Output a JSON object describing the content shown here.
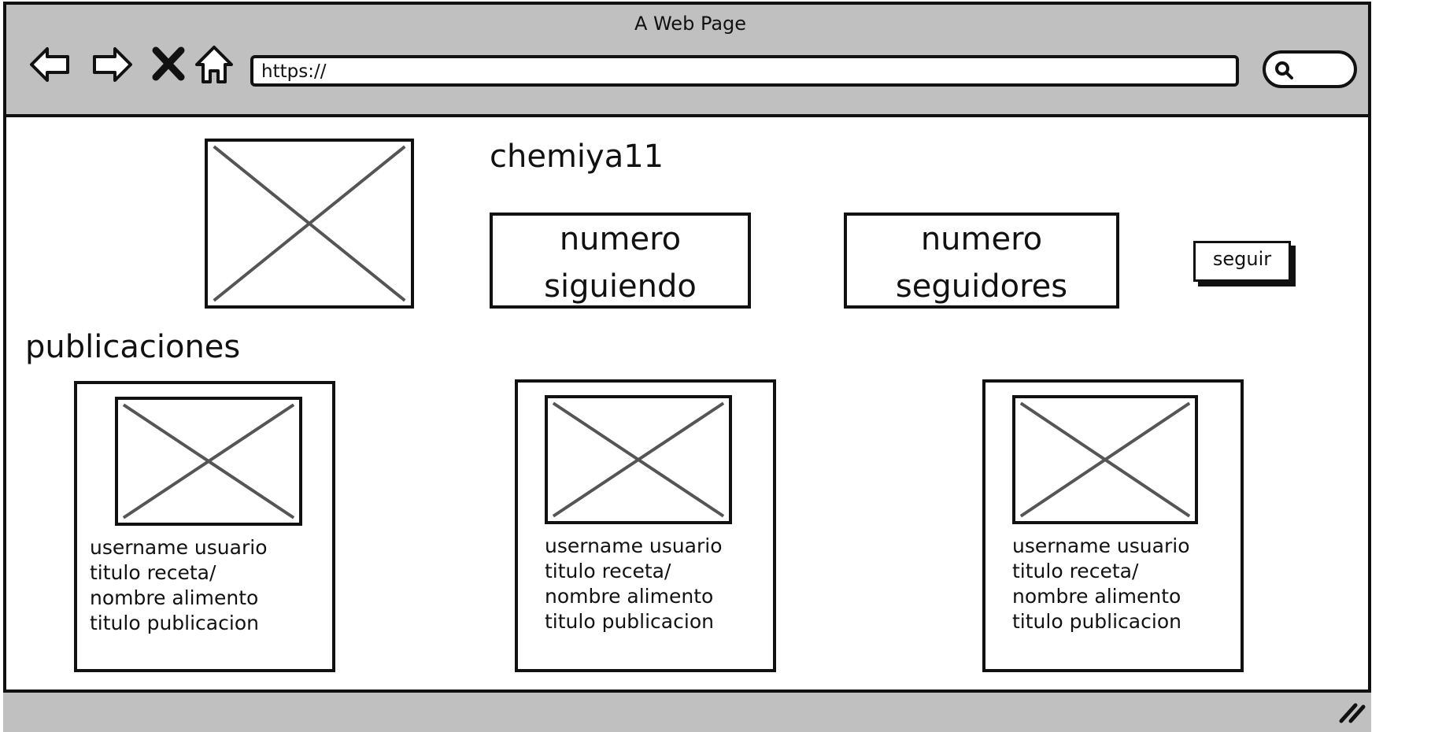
{
  "window": {
    "title": "A Web Page"
  },
  "toolbar": {
    "back_icon": "back-arrow-icon",
    "forward_icon": "forward-arrow-icon",
    "stop_icon": "close-icon",
    "home_icon": "home-icon",
    "url": "https://",
    "search_icon": "search-icon"
  },
  "profile": {
    "username": "chemiya11",
    "stats": [
      {
        "line1": "numero",
        "line2": "siguiendo"
      },
      {
        "line1": "numero",
        "line2": "seguidores"
      }
    ],
    "follow_label": "seguir"
  },
  "posts": {
    "heading": "publicaciones",
    "items": [
      {
        "line1": "username usuario",
        "line2": "titulo receta/",
        "line3": "nombre alimento",
        "line4": "titulo publicacion"
      },
      {
        "line1": "username usuario",
        "line2": "titulo receta/",
        "line3": "nombre alimento",
        "line4": "titulo publicacion"
      },
      {
        "line1": "username usuario",
        "line2": "titulo receta/",
        "line3": "nombre alimento",
        "line4": "titulo publicacion"
      }
    ]
  },
  "colors": {
    "chrome": "#c0c0c0",
    "stroke": "#111111",
    "placeholder_x": "#555555"
  }
}
